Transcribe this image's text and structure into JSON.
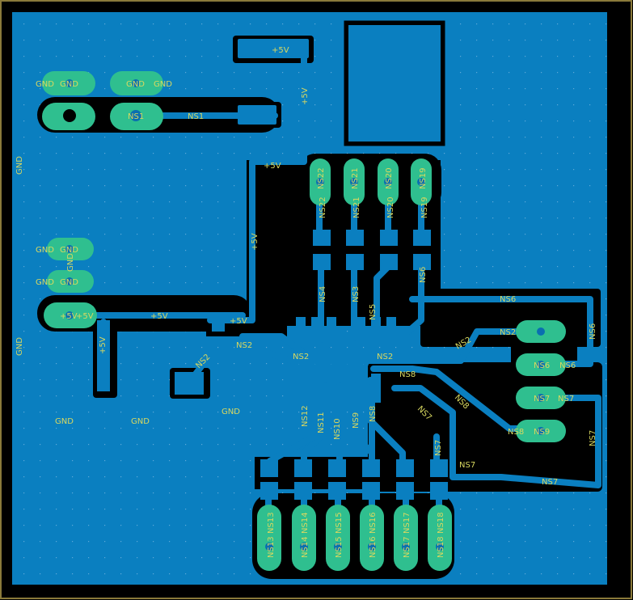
{
  "colors": {
    "background": "#000000",
    "board_edge": "#8a7a3a",
    "copper_pour": "#0a7fc0",
    "trace": "#0a7fc0",
    "pad": "#2fbf8f",
    "pad_hole": "#0a6fb0",
    "label": "#d8d860",
    "grid_dot": "#5fa9d8"
  },
  "labels": {
    "gnd": "GND",
    "plus5v": "+5V",
    "ns1": "NS1",
    "ns2": "NS2",
    "ns3": "NS3",
    "ns4": "NS4",
    "ns5": "NS5",
    "ns6": "NS6",
    "ns7": "NS7",
    "ns8": "NS8",
    "ns9": "NS9",
    "ns10": "NS10",
    "ns11": "NS11",
    "ns12": "NS12",
    "ns13": "NS13",
    "ns14": "NS14",
    "ns15": "NS15",
    "ns16": "NS16",
    "ns17": "NS17",
    "ns18": "NS18",
    "ns19": "NS19",
    "ns20": "NS20",
    "ns21": "NS21",
    "ns22": "NS22"
  }
}
